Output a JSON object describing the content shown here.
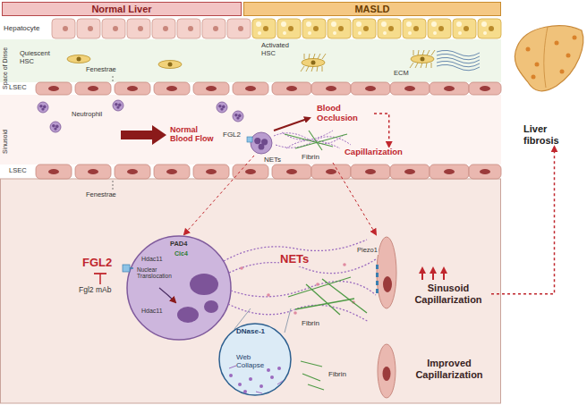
{
  "diagram": {
    "nodes": [
      {
        "text": [
          "Normal Liver"
        ]
      },
      {
        "text": [
          "MASLD"
        ]
      },
      {
        "text": [
          "Blood Occlusion"
        ]
      },
      {
        "text": [
          "Capillarization"
        ]
      },
      {
        "text": [
          "Sinusoid Capillarization"
        ]
      },
      {
        "text": [
          "Liver fibrosis"
        ]
      }
    ],
    "edges": [
      {
        "from": 2,
        "to": 3,
        "arrow": "to"
      },
      {
        "from": 4,
        "to": 5,
        "arrow": "to"
      }
    ],
    "labels": [
      "Hepatocyte",
      "Space of Disse",
      "Quiescent HSC",
      "Fenestrae",
      "Activated HSC",
      "ECM",
      "LSEC",
      "Sinusoid",
      "Neutrophil",
      "Normal Blood Flow",
      "FGL2",
      "NETs",
      "Fibrin",
      "LSEC",
      "Fenestrae",
      "FGL2",
      "Fgl2 mAb",
      "Hdac11",
      "Nuclear Translocation",
      "PAD4",
      "Cic4",
      "Hdac11",
      "NETs",
      "Fibrin",
      "Piezo1",
      "DNase-1",
      "Web Collapse",
      "Fibrin",
      "Improved Capillarization"
    ]
  }
}
